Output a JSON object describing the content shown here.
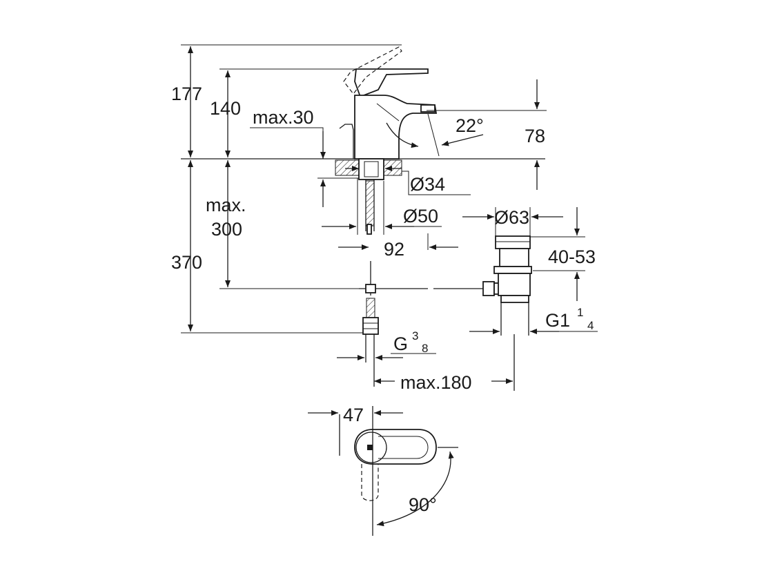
{
  "colors": {
    "line": "#1a1a1a",
    "background": "#ffffff"
  },
  "labels": {
    "d177": "177",
    "d140": "140",
    "dmax30": "max.30",
    "d22": "22°",
    "d78": "78",
    "d34": "Ø34",
    "dmax300_a": "max.",
    "dmax300_b": "300",
    "d50": "Ø50",
    "d92": "92",
    "d63": "Ø63",
    "d4053": "40-53",
    "d370": "370",
    "g114_main": "G1",
    "g114_num": "1",
    "g114_den": "4",
    "g38_main": "G",
    "g38_num": "3",
    "g38_den": "8",
    "dmax180": "max.180",
    "d47": "47",
    "d90": "90°"
  }
}
